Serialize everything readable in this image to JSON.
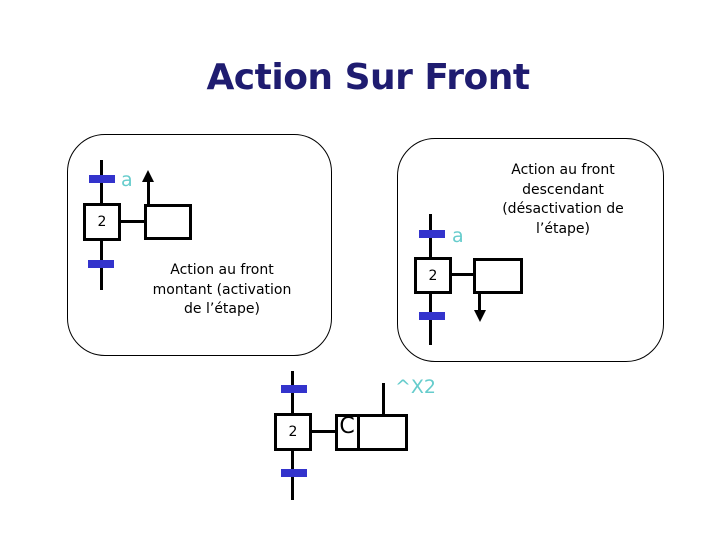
{
  "slide": {
    "title": "Action Sur Front"
  },
  "colors": {
    "title_text": "#1f1c70",
    "transition_bar": "#3333cc",
    "edge_label_text": "#66cccc",
    "diagram_line": "#000000",
    "background": "#ffffff"
  },
  "left_panel": {
    "edge_label": "a",
    "step_number": "2",
    "caption": "Action au front\nmontant (activation\nde l’étape)"
  },
  "right_panel": {
    "caption": "Action au front\ndescendant\n(désactivation de\nl’étape)",
    "edge_label": "a",
    "step_number": "2"
  },
  "bottom_diagram": {
    "step_number": "2",
    "action_letter": "C",
    "edge_label": "^X2"
  }
}
